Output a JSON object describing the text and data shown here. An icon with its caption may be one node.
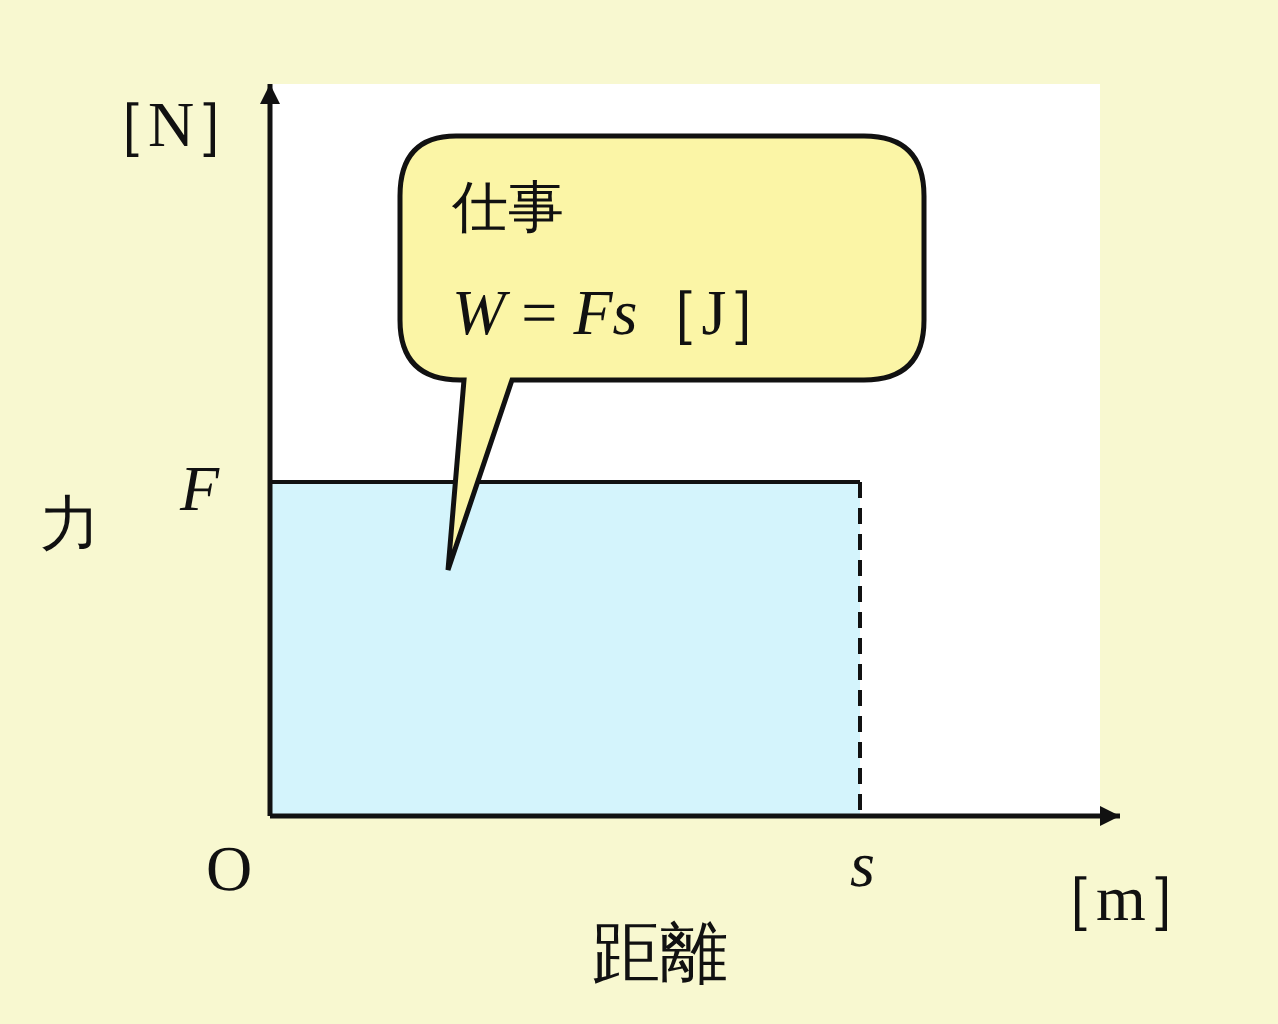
{
  "diagram": {
    "nodes": [
      {
        "text": [
          "仕事",
          "*W* = *Fs*［J］"
        ]
      }
    ],
    "labels": [
      "［N］",
      "F",
      "力",
      "O",
      "s",
      "［m］",
      "距離"
    ]
  }
}
